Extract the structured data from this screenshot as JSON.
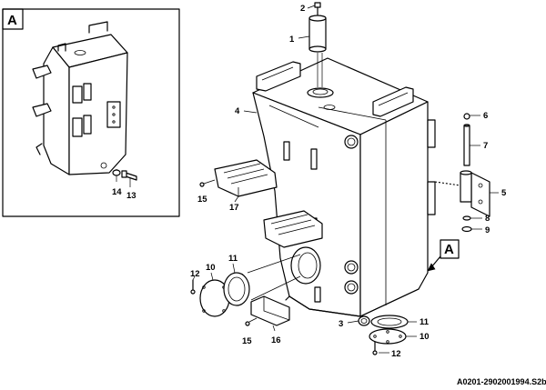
{
  "inset": {
    "callout": "A"
  },
  "main_callout": "A",
  "parts": {
    "p1": "1",
    "p2": "2",
    "p3": "3",
    "p4": "4",
    "p5": "5",
    "p6": "6",
    "p7": "7",
    "p8": "8",
    "p9": "9",
    "p10a": "10",
    "p10b": "10",
    "p11a": "11",
    "p11b": "11",
    "p12a": "12",
    "p12b": "12",
    "p13": "13",
    "p14": "14",
    "p15a": "15",
    "p15b": "15",
    "p16": "16",
    "p17": "17"
  },
  "reference": "A0201-2902001994.S2b"
}
